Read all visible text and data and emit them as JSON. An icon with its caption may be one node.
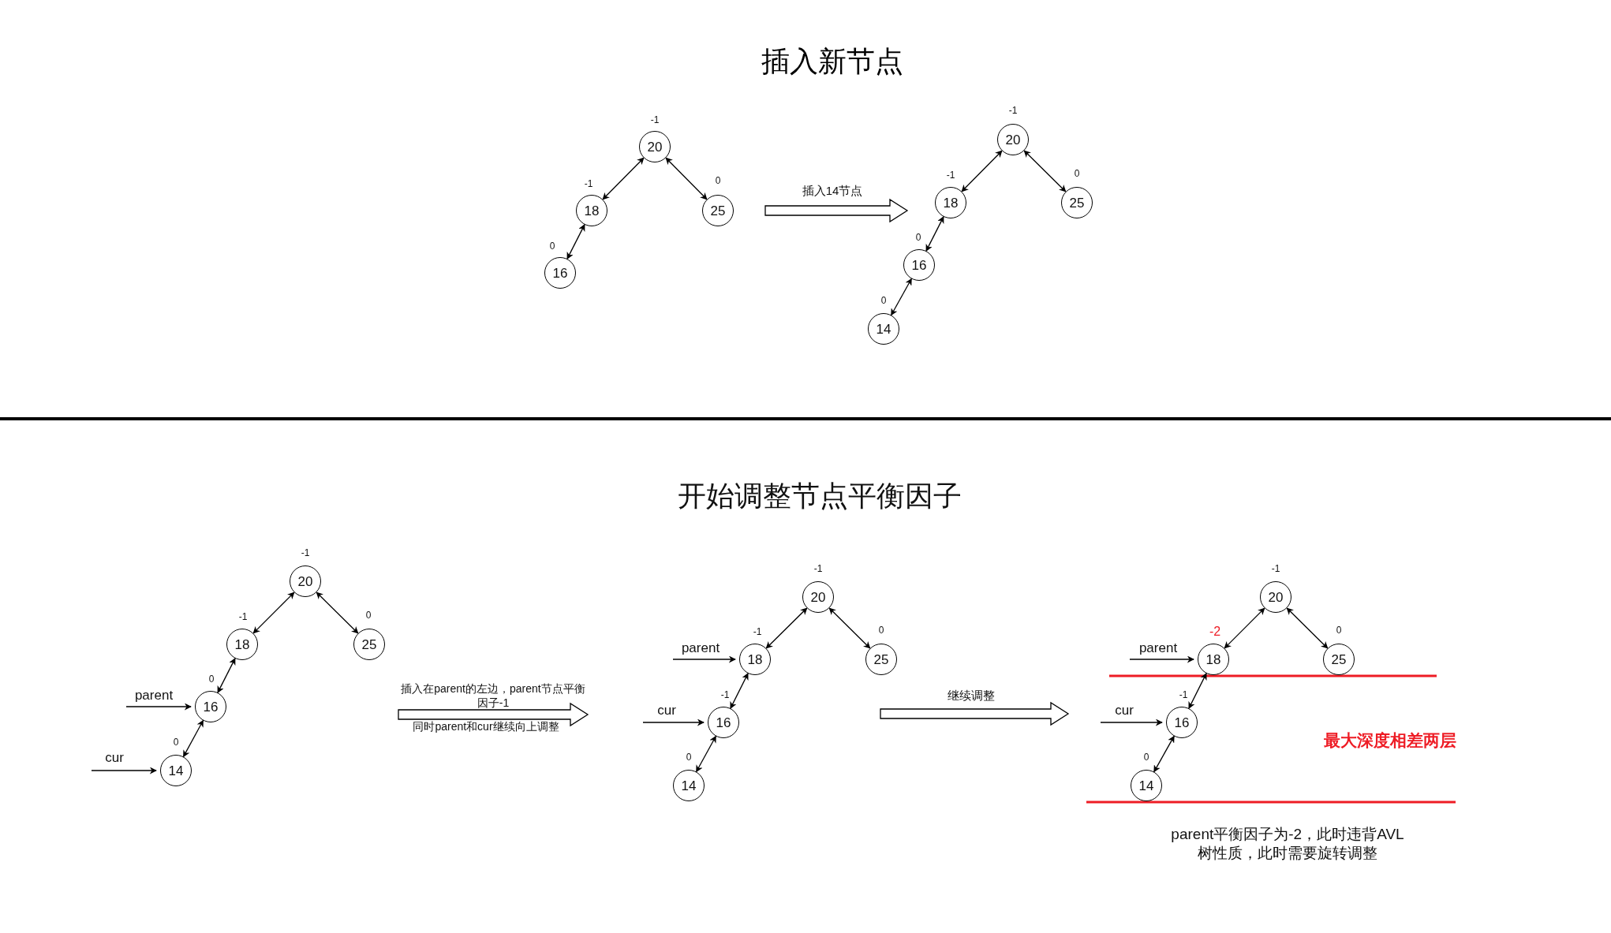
{
  "diagram": {
    "title": "插入新节点",
    "nodes": [
      {
        "text": [
          "20"
        ],
        "beside": [
          "-1"
        ]
      },
      {
        "text": [
          "18"
        ],
        "beside": [
          "-1"
        ]
      },
      {
        "text": [
          "25"
        ],
        "beside": [
          "0"
        ]
      },
      {
        "text": [
          "16"
        ],
        "beside": [
          "0"
        ]
      },
      {
        "text": [
          "20"
        ],
        "beside": [
          "-1"
        ]
      },
      {
        "text": [
          "18"
        ],
        "beside": [
          "-1"
        ]
      },
      {
        "text": [
          "25"
        ],
        "beside": [
          "0"
        ]
      },
      {
        "text": [
          "16"
        ],
        "beside": [
          "0"
        ]
      },
      {
        "text": [
          "14"
        ],
        "beside": [
          "0"
        ]
      },
      {
        "text": [
          "20"
        ],
        "beside": [
          "-1"
        ]
      },
      {
        "text": [
          "18"
        ],
        "beside": [
          "-1"
        ]
      },
      {
        "text": [
          "25"
        ],
        "beside": [
          "0"
        ]
      },
      {
        "text": [
          "16"
        ],
        "beside": [
          "0"
        ]
      },
      {
        "text": [
          "14"
        ],
        "beside": [
          "0"
        ]
      },
      {
        "text": [
          "parent"
        ]
      },
      {
        "text": [
          "cur"
        ]
      },
      {
        "text": [
          "20"
        ],
        "beside": [
          "-1"
        ]
      },
      {
        "text": [
          "18"
        ],
        "beside": [
          "-1"
        ]
      },
      {
        "text": [
          "25"
        ],
        "beside": [
          "0"
        ]
      },
      {
        "text": [
          "16"
        ],
        "beside": [
          "-1"
        ]
      },
      {
        "text": [
          "14"
        ],
        "beside": [
          "0"
        ]
      },
      {
        "text": [
          "parent"
        ]
      },
      {
        "text": [
          "cur"
        ]
      },
      {
        "text": [
          "20"
        ],
        "beside": [
          "-1"
        ]
      },
      {
        "text": [
          "18"
        ],
        "beside": [
          "-2"
        ]
      },
      {
        "text": [
          "25"
        ],
        "beside": [
          "0"
        ]
      },
      {
        "text": [
          "16"
        ],
        "beside": [
          "-1"
        ]
      },
      {
        "text": [
          "14"
        ],
        "beside": [
          "0"
        ]
      },
      {
        "text": [
          "parent"
        ]
      },
      {
        "text": [
          "cur"
        ]
      }
    ],
    "edges": [
      {
        "from": 0,
        "to": 1,
        "arrow": "both"
      },
      {
        "from": 0,
        "to": 2,
        "arrow": "both"
      },
      {
        "from": 1,
        "to": 3,
        "arrow": "both"
      },
      {
        "from": 4,
        "to": 5,
        "arrow": "both"
      },
      {
        "from": 4,
        "to": 6,
        "arrow": "both"
      },
      {
        "from": 5,
        "to": 7,
        "arrow": "both"
      },
      {
        "from": 7,
        "to": 8,
        "arrow": "both"
      },
      {
        "from": 9,
        "to": 10,
        "arrow": "both"
      },
      {
        "from": 9,
        "to": 11,
        "arrow": "both"
      },
      {
        "from": 10,
        "to": 12,
        "arrow": "both"
      },
      {
        "from": 12,
        "to": 13,
        "arrow": "both"
      },
      {
        "from": 14,
        "to": 12,
        "arrow": "to"
      },
      {
        "from": 15,
        "to": 13,
        "arrow": "to"
      },
      {
        "from": 16,
        "to": 17,
        "arrow": "both"
      },
      {
        "from": 16,
        "to": 18,
        "arrow": "both"
      },
      {
        "from": 17,
        "to": 19,
        "arrow": "both"
      },
      {
        "from": 19,
        "to": 20,
        "arrow": "both"
      },
      {
        "from": 21,
        "to": 17,
        "arrow": "to"
      },
      {
        "from": 22,
        "to": 19,
        "arrow": "to"
      },
      {
        "from": 23,
        "to": 24,
        "arrow": "both"
      },
      {
        "from": 23,
        "to": 25,
        "arrow": "both"
      },
      {
        "from": 24,
        "to": 26,
        "arrow": "both"
      },
      {
        "from": 26,
        "to": 27,
        "arrow": "both"
      },
      {
        "from": 28,
        "to": 24,
        "arrow": "to"
      },
      {
        "from": 29,
        "to": 26,
        "arrow": "to"
      }
    ],
    "labels": [
      "插入14节点",
      "开始调整节点平衡因子",
      "插入在parent的左边，parent节点平衡因子-1",
      "同时parent和cur继续向上调整",
      "继续调整",
      "最大深度相差两层",
      "parent平衡因子为-2，此时违背AVL树性质，此时需要旋转调整"
    ]
  }
}
